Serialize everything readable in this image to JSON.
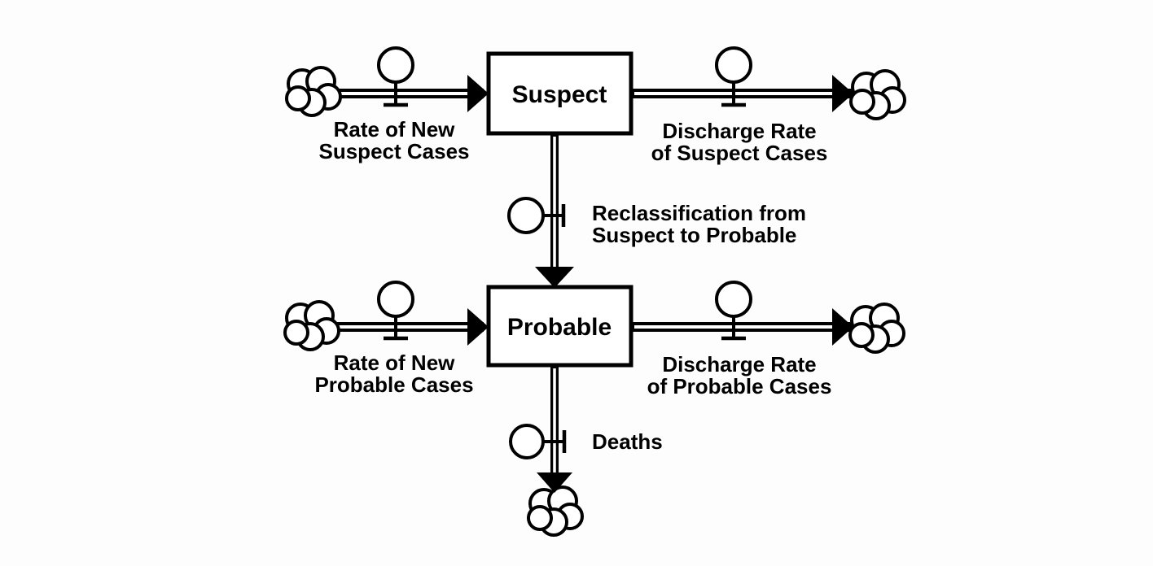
{
  "colors": {
    "bg": "#fdfdfe",
    "paper": "#ffffff",
    "ink": "#000000"
  },
  "stocks": {
    "suspect": {
      "label": "Suspect"
    },
    "probable": {
      "label": "Probable"
    }
  },
  "flows": {
    "rate_new_suspect": {
      "line1": "Rate of New",
      "line2": "Suspect Cases"
    },
    "discharge_suspect": {
      "line1": "Discharge Rate",
      "line2": "of Suspect Cases"
    },
    "reclassification": {
      "line1": "Reclassification from",
      "line2": "Suspect to Probable"
    },
    "rate_new_probable": {
      "line1": "Rate of New",
      "line2": "Probable Cases"
    },
    "discharge_probable": {
      "line1": "Discharge Rate",
      "line2": "of Probable Cases"
    },
    "deaths": {
      "label": "Deaths"
    }
  }
}
